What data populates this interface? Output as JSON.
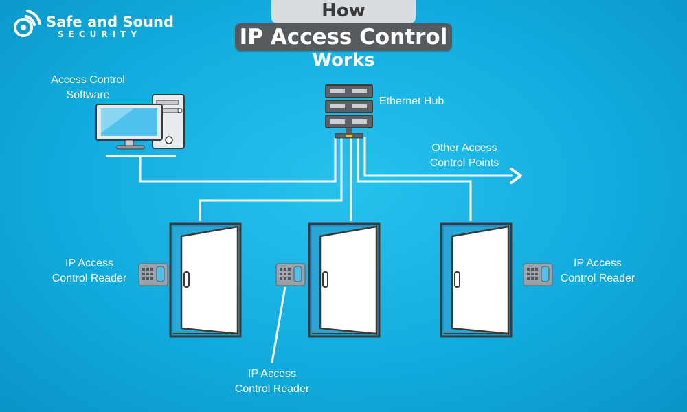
{
  "logo": {
    "name": "Safe and Sound",
    "tagline": "SECURITY"
  },
  "title": {
    "line1": "How",
    "line2": "IP Access Control",
    "line3": "Works"
  },
  "labels": {
    "software": {
      "line1": "Access Control",
      "line2": "Software"
    },
    "hub": "Ethernet Hub",
    "other": {
      "line1": "Other Access",
      "line2": "Control Points"
    },
    "reader_left": {
      "line1": "IP Access",
      "line2": "Control Reader"
    },
    "reader_middle": {
      "line1": "IP Access",
      "line2": "Control Reader"
    },
    "reader_right": {
      "line1": "IP Access",
      "line2": "Control Reader"
    }
  },
  "colors": {
    "background": "#12acde",
    "line": "#ffffff",
    "door_frame": "#3a3a3a",
    "title_dark": "#555a5e",
    "title_light": "#d9dde0",
    "keypad": "#9aa3aa"
  }
}
